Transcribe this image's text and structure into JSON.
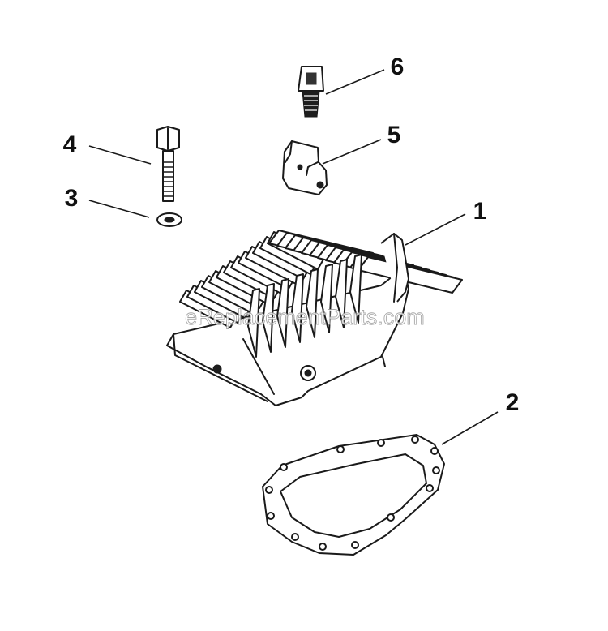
{
  "diagram": {
    "watermark": "eReplacementParts.com",
    "callouts": [
      {
        "id": "callout-1",
        "label": "1"
      },
      {
        "id": "callout-2",
        "label": "2"
      },
      {
        "id": "callout-3",
        "label": "3"
      },
      {
        "id": "callout-4",
        "label": "4"
      },
      {
        "id": "callout-5",
        "label": "5"
      },
      {
        "id": "callout-6",
        "label": "6"
      }
    ],
    "colors": {
      "ink": "#1a1a1a",
      "background": "#ffffff",
      "watermark": "#9a9a9a"
    }
  }
}
